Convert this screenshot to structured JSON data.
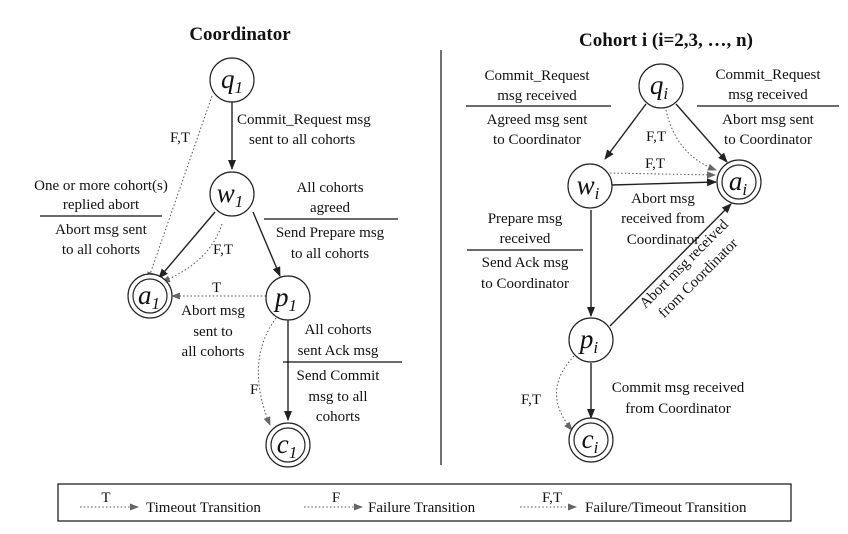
{
  "coordinator": {
    "title": "Coordinator",
    "states": {
      "q": {
        "letter": "q",
        "sub": "1"
      },
      "w": {
        "letter": "w",
        "sub": "1"
      },
      "a": {
        "letter": "a",
        "sub": "1"
      },
      "p": {
        "letter": "p",
        "sub": "1"
      },
      "c": {
        "letter": "c",
        "sub": "1"
      }
    },
    "q_to_w": {
      "line1": "Commit_Request msg",
      "line2": "sent to all cohorts"
    },
    "q_to_a_ft": "F,T",
    "w_to_a": {
      "cond1": "One or more cohort(s)",
      "cond2": "replied abort",
      "act1": "Abort msg sent",
      "act2": "to all cohorts"
    },
    "w_to_a_ft": "F,T",
    "w_to_p": {
      "cond1": "All cohorts",
      "cond2": "agreed",
      "act1": "Send Prepare msg",
      "act2": "to all cohorts"
    },
    "p_to_a_t": "T",
    "p_to_a": {
      "line1": "Abort msg",
      "line2": "sent to",
      "line3": "all cohorts"
    },
    "p_to_c": {
      "cond1": "All cohorts",
      "cond2": "sent Ack msg",
      "act1": "Send Commit",
      "act2": "msg to all",
      "act3": "cohorts"
    },
    "p_to_c_f": "F"
  },
  "cohort": {
    "title": "Cohort i (i=2,3, …, n)",
    "states": {
      "q": {
        "letter": "q",
        "sub": "i"
      },
      "w": {
        "letter": "w",
        "sub": "i"
      },
      "a": {
        "letter": "a",
        "sub": "i"
      },
      "p": {
        "letter": "p",
        "sub": "i"
      },
      "c": {
        "letter": "c",
        "sub": "i"
      }
    },
    "q_to_w": {
      "cond1": "Commit_Request",
      "cond2": "msg received",
      "act1": "Agreed msg sent",
      "act2": "to Coordinator"
    },
    "q_to_a": {
      "cond1": "Commit_Request",
      "cond2": "msg received",
      "act1": "Abort msg sent",
      "act2": "to Coordinator"
    },
    "q_to_a_ft": "F,T",
    "w_to_a_ft": "F,T",
    "w_to_a": {
      "line1": "Abort msg",
      "line2": "received from",
      "line3": "Coordinator"
    },
    "w_to_p": {
      "cond1": "Prepare msg",
      "cond2": "received",
      "act1": "Send Ack msg",
      "act2": "to Coordinator"
    },
    "p_to_a": {
      "line1": "Abort msg received",
      "line2": "from Coordinator"
    },
    "p_to_c": {
      "line1": "Commit msg received",
      "line2": "from Coordinator"
    },
    "p_to_c_ft": "F,T"
  },
  "legend": {
    "timeout_key": "T",
    "timeout_label": "Timeout Transition",
    "failure_key": "F",
    "failure_label": "Failure Transition",
    "failtime_key": "F,T",
    "failtime_label": "Failure/Timeout Transition"
  }
}
